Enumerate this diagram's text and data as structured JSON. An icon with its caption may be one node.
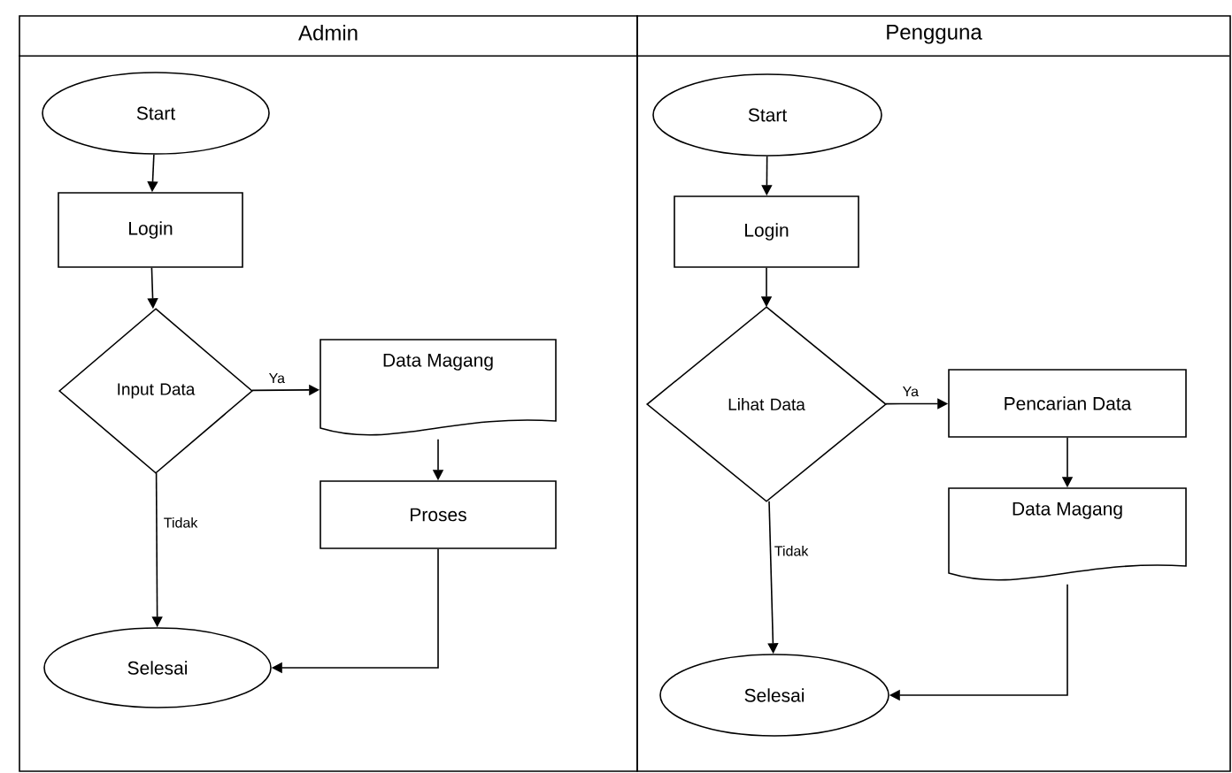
{
  "diagram": {
    "nodes": [
      {
        "text": [
          "Admin"
        ]
      },
      {
        "text": [
          "Start"
        ],
        "in": 0
      },
      {
        "text": [
          "Login"
        ],
        "in": 0
      },
      {
        "text": [
          "Input Data"
        ],
        "in": 0
      },
      {
        "text": [
          "Data Magang"
        ],
        "in": 0
      },
      {
        "text": [
          "Proses"
        ],
        "in": 0
      },
      {
        "text": [
          "Selesai"
        ],
        "in": 0
      },
      {
        "text": [
          "Pengguna"
        ]
      },
      {
        "text": [
          "Start"
        ],
        "in": 7
      },
      {
        "text": [
          "Login"
        ],
        "in": 7
      },
      {
        "text": [
          "Lihat Data"
        ],
        "in": 7
      },
      {
        "text": [
          "Pencarian Data"
        ],
        "in": 7
      },
      {
        "text": [
          "Data Magang"
        ],
        "in": 7
      },
      {
        "text": [
          "Selesai"
        ],
        "in": 7
      }
    ],
    "edges": [
      {
        "from": 1,
        "to": 2,
        "arrow": "to"
      },
      {
        "from": 2,
        "to": 3,
        "arrow": "to"
      },
      {
        "from": 3,
        "to": 4,
        "arrow": "to",
        "label": "Ya"
      },
      {
        "from": 4,
        "to": 5,
        "arrow": "to"
      },
      {
        "from": 3,
        "to": 6,
        "arrow": "to",
        "label": "Tidak"
      },
      {
        "from": 5,
        "to": 6,
        "arrow": "to"
      },
      {
        "from": 8,
        "to": 9,
        "arrow": "to"
      },
      {
        "from": 9,
        "to": 10,
        "arrow": "to"
      },
      {
        "from": 10,
        "to": 11,
        "arrow": "to",
        "label": "Ya"
      },
      {
        "from": 11,
        "to": 12,
        "arrow": "to"
      },
      {
        "from": 10,
        "to": 13,
        "arrow": "to",
        "label": "Tidak"
      },
      {
        "from": 12,
        "to": 13,
        "arrow": "to"
      }
    ]
  }
}
